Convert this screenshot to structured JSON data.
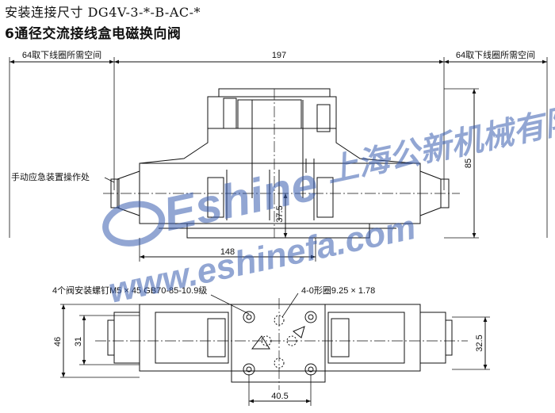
{
  "header": {
    "title": "安装连接尺寸 DG4V-3-*-B-AC-*",
    "subtitle": "6通径交流接线盒电磁换向阀"
  },
  "dimensions": {
    "clearance_left": "64取下线圈所需空间",
    "clearance_right": "64取下线圈所需空间",
    "overall_length": "197",
    "height": "85",
    "center_height": "37.5",
    "body_length": "148",
    "width_total": "46",
    "width_inner": "31",
    "width_right": "32.5",
    "port_spacing": "40.5"
  },
  "callouts": {
    "manual_override": "手动应急装置操作处",
    "mounting_bolts": "4个阀安装螺钉M5 × 45 GB70-85-10.9级",
    "o_rings": "4-0形圈9.25 × 1.78"
  },
  "watermark": {
    "brand": "Eshine",
    "company": "上海公新机械有限公司",
    "url": "www.eshinefa.com",
    "color": "#3a5fb0"
  }
}
